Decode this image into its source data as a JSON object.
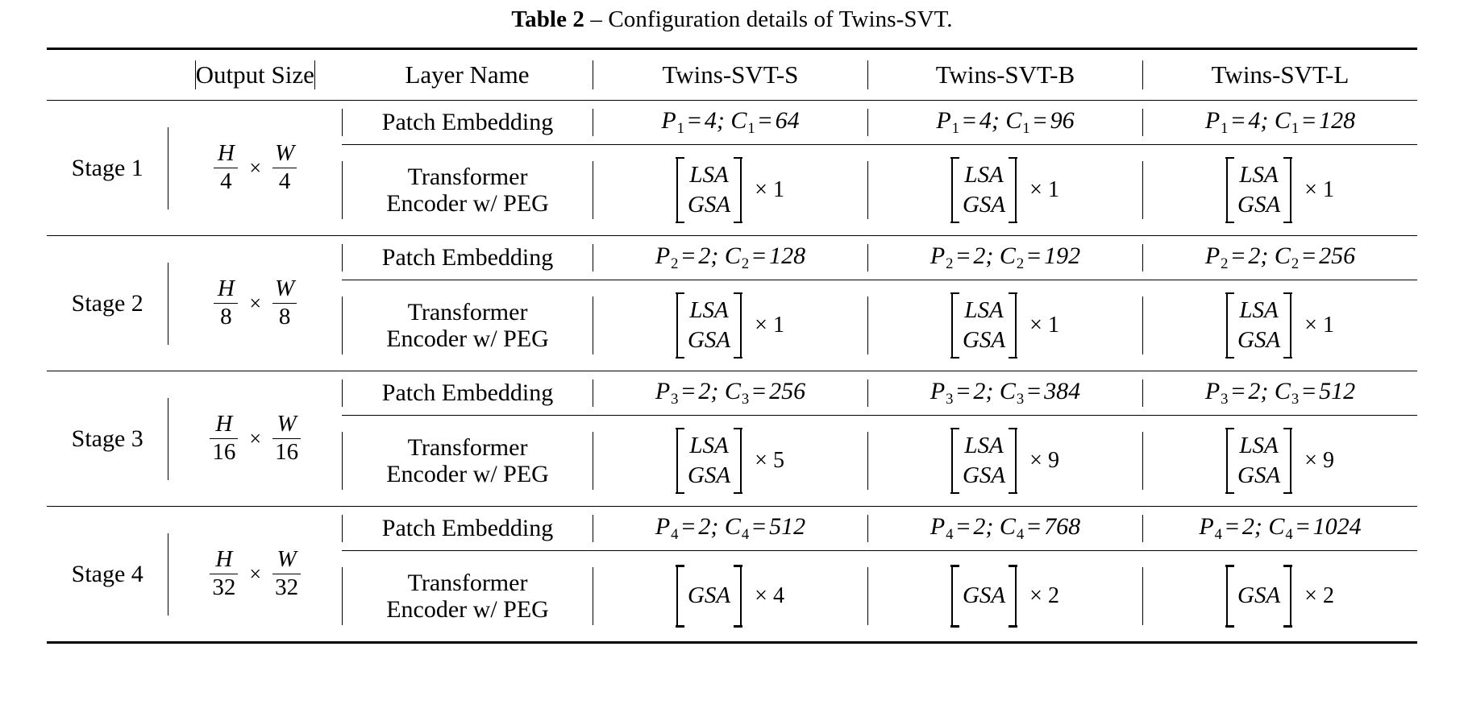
{
  "caption": {
    "label": "Table 2",
    "dash": "–",
    "text": "Configuration details of Twins-SVT."
  },
  "header": {
    "stage": "",
    "output_size": "Output Size",
    "layer_name": "Layer Name",
    "models": [
      "Twins-SVT-S",
      "Twins-SVT-B",
      "Twins-SVT-L"
    ]
  },
  "layer_rows": {
    "patch_embedding": "Patch Embedding",
    "transformer_line1": "Transformer",
    "transformer_line2": "Encoder w/ PEG"
  },
  "stages": [
    {
      "name": "Stage 1",
      "output_size": {
        "h_num": "H",
        "h_den": "4",
        "times": "×",
        "w_num": "W",
        "w_den": "4"
      },
      "patch": [
        {
          "p_sym": "P",
          "p_sub": "1",
          "p_val": "4",
          "c_sym": "C",
          "c_sub": "1",
          "c_val": "64"
        },
        {
          "p_sym": "P",
          "p_sub": "1",
          "p_val": "4",
          "c_sym": "C",
          "c_sub": "1",
          "c_val": "96"
        },
        {
          "p_sym": "P",
          "p_sub": "1",
          "p_val": "4",
          "c_sym": "C",
          "c_sub": "1",
          "c_val": "128"
        }
      ],
      "encoder": [
        {
          "attn": [
            "LSA",
            "GSA"
          ],
          "repeat": "× 1"
        },
        {
          "attn": [
            "LSA",
            "GSA"
          ],
          "repeat": "× 1"
        },
        {
          "attn": [
            "LSA",
            "GSA"
          ],
          "repeat": "× 1"
        }
      ]
    },
    {
      "name": "Stage 2",
      "output_size": {
        "h_num": "H",
        "h_den": "8",
        "times": "×",
        "w_num": "W",
        "w_den": "8"
      },
      "patch": [
        {
          "p_sym": "P",
          "p_sub": "2",
          "p_val": "2",
          "c_sym": "C",
          "c_sub": "2",
          "c_val": "128"
        },
        {
          "p_sym": "P",
          "p_sub": "2",
          "p_val": "2",
          "c_sym": "C",
          "c_sub": "2",
          "c_val": "192"
        },
        {
          "p_sym": "P",
          "p_sub": "2",
          "p_val": "2",
          "c_sym": "C",
          "c_sub": "2",
          "c_val": "256"
        }
      ],
      "encoder": [
        {
          "attn": [
            "LSA",
            "GSA"
          ],
          "repeat": "× 1"
        },
        {
          "attn": [
            "LSA",
            "GSA"
          ],
          "repeat": "× 1"
        },
        {
          "attn": [
            "LSA",
            "GSA"
          ],
          "repeat": "× 1"
        }
      ]
    },
    {
      "name": "Stage 3",
      "output_size": {
        "h_num": "H",
        "h_den": "16",
        "times": "×",
        "w_num": "W",
        "w_den": "16"
      },
      "patch": [
        {
          "p_sym": "P",
          "p_sub": "3",
          "p_val": "2",
          "c_sym": "C",
          "c_sub": "3",
          "c_val": "256"
        },
        {
          "p_sym": "P",
          "p_sub": "3",
          "p_val": "2",
          "c_sym": "C",
          "c_sub": "3",
          "c_val": "384"
        },
        {
          "p_sym": "P",
          "p_sub": "3",
          "p_val": "2",
          "c_sym": "C",
          "c_sub": "3",
          "c_val": "512"
        }
      ],
      "encoder": [
        {
          "attn": [
            "LSA",
            "GSA"
          ],
          "repeat": "× 5"
        },
        {
          "attn": [
            "LSA",
            "GSA"
          ],
          "repeat": "× 9"
        },
        {
          "attn": [
            "LSA",
            "GSA"
          ],
          "repeat": "× 9"
        }
      ]
    },
    {
      "name": "Stage 4",
      "output_size": {
        "h_num": "H",
        "h_den": "32",
        "times": "×",
        "w_num": "W",
        "w_den": "32"
      },
      "patch": [
        {
          "p_sym": "P",
          "p_sub": "4",
          "p_val": "2",
          "c_sym": "C",
          "c_sub": "4",
          "c_val": "512"
        },
        {
          "p_sym": "P",
          "p_sub": "4",
          "p_val": "2",
          "c_sym": "C",
          "c_sub": "4",
          "c_val": "768"
        },
        {
          "p_sym": "P",
          "p_sub": "4",
          "p_val": "2",
          "c_sym": "C",
          "c_sub": "4",
          "c_val": "1024"
        }
      ],
      "encoder": [
        {
          "attn": [
            "GSA"
          ],
          "repeat": "× 4"
        },
        {
          "attn": [
            "GSA"
          ],
          "repeat": "× 2"
        },
        {
          "attn": [
            "GSA"
          ],
          "repeat": "× 2"
        }
      ]
    }
  ],
  "symbols": {
    "equals": "=",
    "semicolon": ";"
  }
}
